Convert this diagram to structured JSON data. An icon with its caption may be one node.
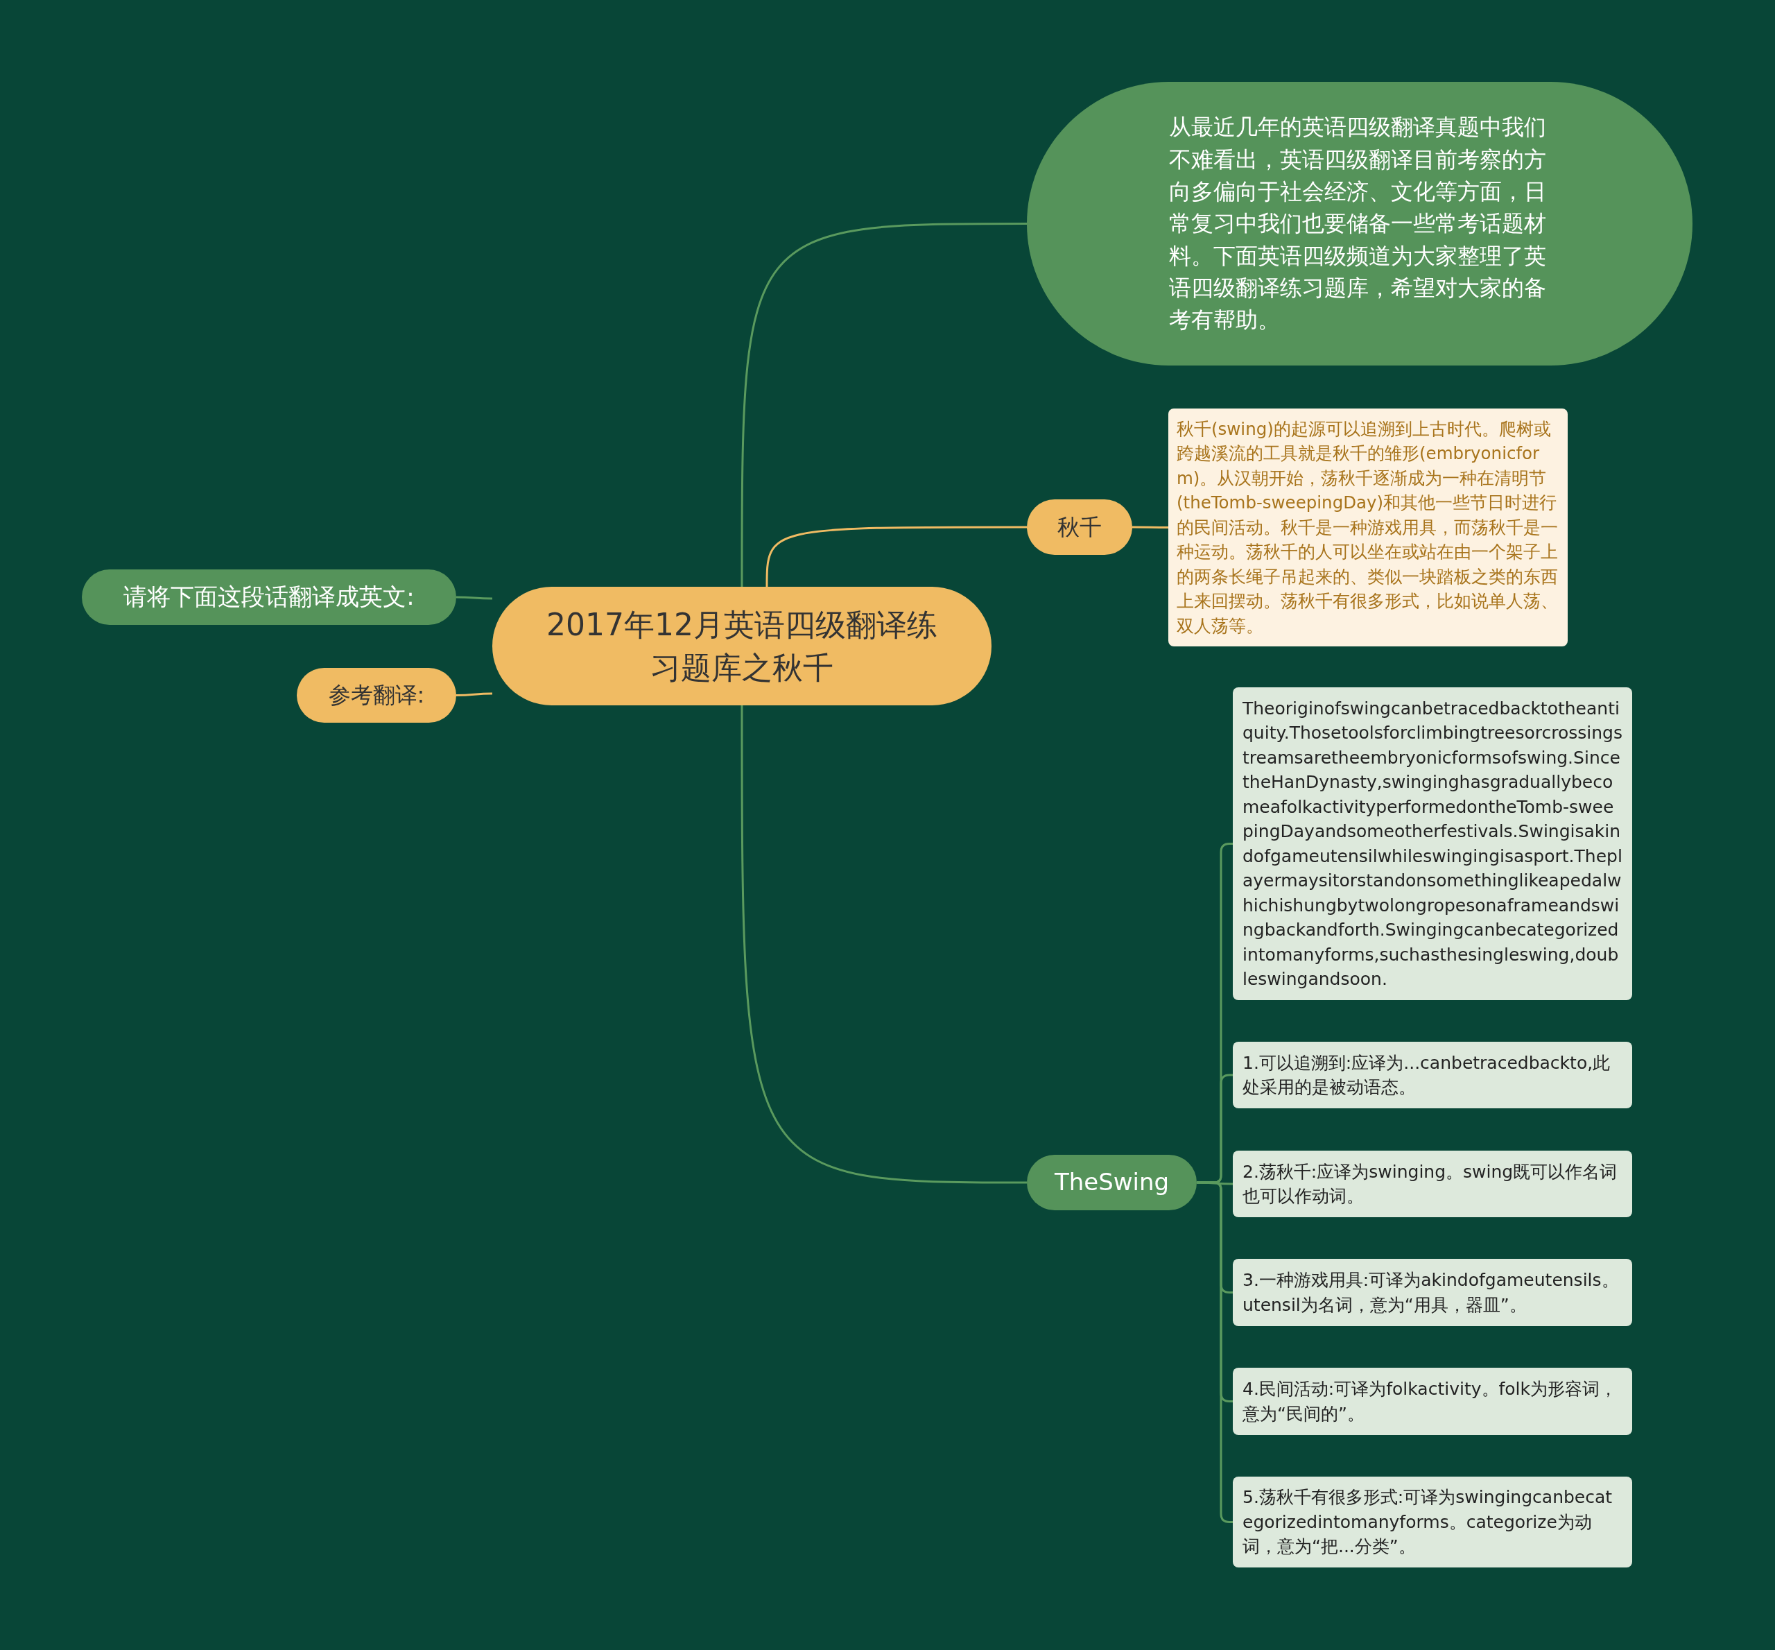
{
  "diagram": {
    "nodes": [
      {
        "text": [
          "2017年12月英语四级翻译练习题库之秋千"
        ]
      },
      {
        "text": [
          "从最近几年的英语四级翻译真题中我们不难看出，英语四级翻译目前考察的方向多偏向于社会经济、文化等方面，日常复习中我们也要储备一些常考话题材料。下面英语四级频道为大家整理了英语四级翻译练习题库，希望对大家的备考有帮助。"
        ]
      },
      {
        "text": [
          "秋千"
        ]
      },
      {
        "text": [
          "秋千(swing)的起源可以追溯到上古时代。爬树或跨越溪流的工具就是秋千的雏形(embryonicform)。从汉朝开始，荡秋千逐渐成为一种在清明节(theTomb-sweepingDay)和其他一些节日时进行的民间活动。秋千是一种游戏用具，而荡秋千是一种运动。荡秋千的人可以坐在或站在由一个架子上的两条长绳子吊起来的、类似一块踏板之类的东西上来回摆动。荡秋千有很多形式，比如说单人荡、双人荡等。"
        ]
      },
      {
        "text": [
          "TheSwing"
        ]
      },
      {
        "text": [
          "Theoriginofswingcanbetracedbacktotheantiquity.Thosetoolsforclimbingtreesorcrossingstreamsaretheembryonicformsofswing.SincetheHanDynasty,swinginghasgraduallybecomeafolkactivityperformedontheTomb-sweepingDayandsomeotherfestivals.Swingisakindofgameutensilwhileswingingisasport.Theplayermaysitorstandonsomethinglikeapedalwhichishungbytwolongropesonaframeandswingbackandforth.Swingingcanbecategorizedintomanyforms,suchasthesingleswing,doubleswingandsoon."
        ]
      },
      {
        "text": [
          "1.可以追溯到:应译为...canbetracedbackto,此处采用的是被动语态。"
        ]
      },
      {
        "text": [
          "2.荡秋千:应译为swinging。swing既可以作名词也可以作动词。"
        ]
      },
      {
        "text": [
          "3.一种游戏用具:可译为akindofgameutensils。utensil为名词，意为“用具，器皿”。"
        ]
      },
      {
        "text": [
          "4.民间活动:可译为folkactivity。folk为形容词，意为“民间的”。"
        ]
      },
      {
        "text": [
          "5.荡秋千有很多形式:可译为swingingcanbecategorizedintomanyforms。categorize为动词，意为“把...分类”。"
        ]
      },
      {
        "text": [
          "请将下面这段话翻译成英文:"
        ]
      },
      {
        "text": [
          "参考翻译:"
        ]
      }
    ],
    "edges": [
      {
        "from": 0,
        "to": 1,
        "arrow": "none"
      },
      {
        "from": 0,
        "to": 2,
        "arrow": "none",
        "color": "#f0bb63"
      },
      {
        "from": 0,
        "to": 4,
        "arrow": "none"
      },
      {
        "from": 0,
        "to": 11,
        "arrow": "none"
      },
      {
        "from": 0,
        "to": 12,
        "arrow": "none",
        "color": "#f0bb63"
      },
      {
        "from": 2,
        "to": 3,
        "arrow": "none",
        "color": "#f0bb63"
      },
      {
        "from": 4,
        "to": 5,
        "arrow": "none"
      },
      {
        "from": 4,
        "to": 6,
        "arrow": "none"
      },
      {
        "from": 4,
        "to": 7,
        "arrow": "none"
      },
      {
        "from": 4,
        "to": 8,
        "arrow": "none"
      },
      {
        "from": 4,
        "to": 9,
        "arrow": "none"
      },
      {
        "from": 4,
        "to": 10,
        "arrow": "none"
      }
    ]
  }
}
